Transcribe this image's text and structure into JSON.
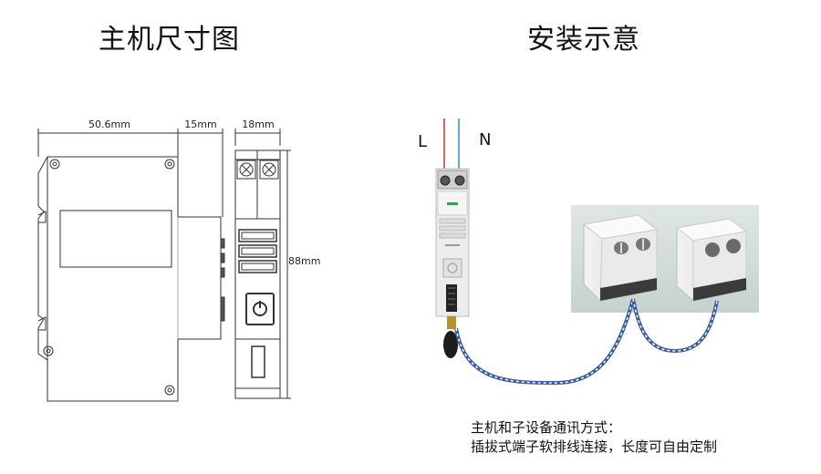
{
  "titles": {
    "left": "主机尺寸图",
    "right": "安装示意"
  },
  "dimensions": {
    "width_body": "50.6mm",
    "width_step": "15mm",
    "width_front": "18mm",
    "height": "88mm"
  },
  "wiring": {
    "live": "L",
    "neutral": "N",
    "live_color": "#c0392b",
    "neutral_color": "#2f8fb5",
    "cable_color": "#3a5aa0"
  },
  "note": {
    "line1": "主机和子设备通讯方式：",
    "line2": "插拔式端子软排线连接，长度可自由定制"
  }
}
